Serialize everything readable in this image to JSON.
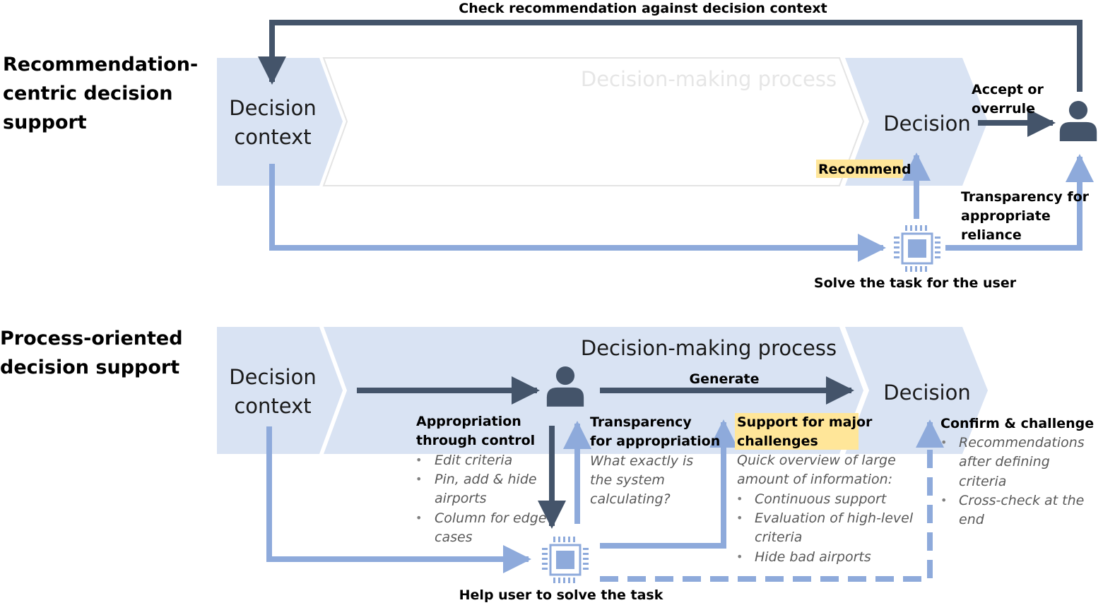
{
  "colors": {
    "chevron_fill": "#d9e3f3",
    "dark_arrow": "#44546a",
    "light_arrow": "#8eaadb",
    "highlight": "#ffe699"
  },
  "icons": {
    "person": "person-icon",
    "chip": "processor-chip-icon"
  },
  "top": {
    "section_title": [
      "Recommendation-",
      "centric decision",
      "support"
    ],
    "check_label": "Check recommendation against decision context",
    "context_label": [
      "Decision",
      "context"
    ],
    "process_label": "Decision-making process",
    "decision_label": "Decision",
    "accept_label": [
      "Accept or",
      "overrule"
    ],
    "recommend_label": "Recommend",
    "transparency_label": [
      "Transparency for",
      "appropriate",
      "reliance"
    ],
    "solve_label": "Solve the task for the user"
  },
  "bottom": {
    "section_title": [
      "Process-oriented",
      "decision support"
    ],
    "context_label": [
      "Decision",
      "context"
    ],
    "process_label": "Decision-making process",
    "decision_label": "Decision",
    "generate_label": "Generate",
    "appropriation": {
      "title": [
        "Appropriation",
        "through control"
      ],
      "items": [
        [
          "Edit criteria"
        ],
        [
          "Pin, add & hide",
          "airports"
        ],
        [
          "Column for edge",
          "cases"
        ]
      ]
    },
    "transparency": {
      "title": [
        "Transparency",
        "for appropriation"
      ],
      "question": [
        "What exactly is",
        "the system",
        "calculating?"
      ]
    },
    "support": {
      "title": [
        "Support for major",
        "challenges"
      ],
      "intro": [
        "Quick overview of large",
        "amount of information:"
      ],
      "items": [
        [
          "Continuous support"
        ],
        [
          "Evaluation of high-level",
          "criteria"
        ],
        [
          "Hide bad airports"
        ]
      ]
    },
    "confirm": {
      "title": "Confirm & challenge",
      "items": [
        [
          "Recommendations",
          "after defining",
          "criteria"
        ],
        [
          "Cross-check at the",
          "end"
        ]
      ]
    },
    "help_label": "Help user to solve the task"
  }
}
